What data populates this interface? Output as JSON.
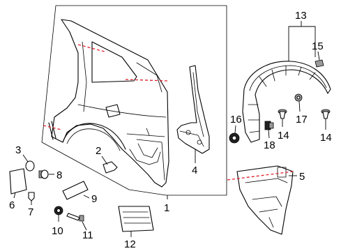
{
  "callouts": {
    "c1": "1",
    "c2": "2",
    "c3": "3",
    "c4": "4",
    "c5": "5",
    "c6": "6",
    "c7": "7",
    "c8": "8",
    "c9": "9",
    "c10": "10",
    "c11": "11",
    "c12": "12",
    "c13": "13",
    "c14a": "14",
    "c14b": "14",
    "c15": "15",
    "c16": "16",
    "c17": "17",
    "c18": "18"
  },
  "colors": {
    "line": "#000000",
    "section_cut": "#e0212b",
    "background": "#ffffff"
  }
}
